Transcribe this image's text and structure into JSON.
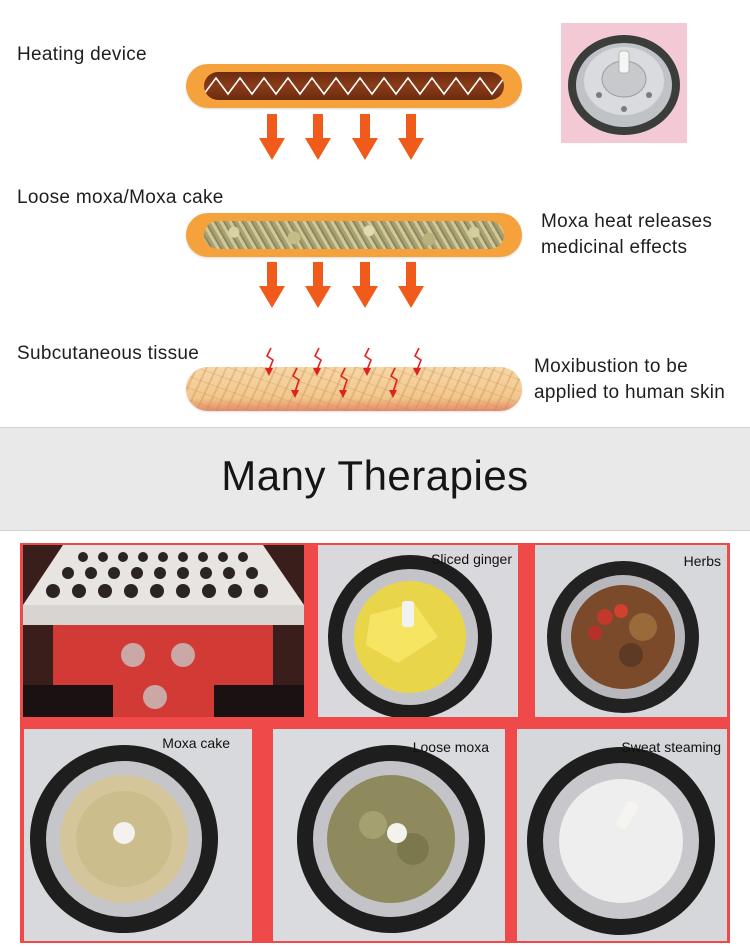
{
  "diagram": {
    "heating_label": "Heating device",
    "moxa_label": "Loose moxa/Moxa cake",
    "tissue_label": "Subcutaneous tissue",
    "note1_line1": "Moxa heat releases",
    "note1_line2": "medicinal effects",
    "note2_line1": "Moxibustion to be",
    "note2_line2": "applied to human skin"
  },
  "banner": {
    "title": "Many Therapies"
  },
  "gallery": {
    "captions": {
      "ginger": "Sliced ginger",
      "herbs": "Herbs",
      "moxa_cake": "Moxa cake",
      "loose_moxa": "Loose moxa",
      "sweat": "Sweat steaming"
    }
  },
  "colors": {
    "bar_orange": "#f5a23d",
    "arrow_red": "#f05a1a",
    "gallery_red": "#f0494a",
    "banner_gray": "#e9e9e9"
  }
}
